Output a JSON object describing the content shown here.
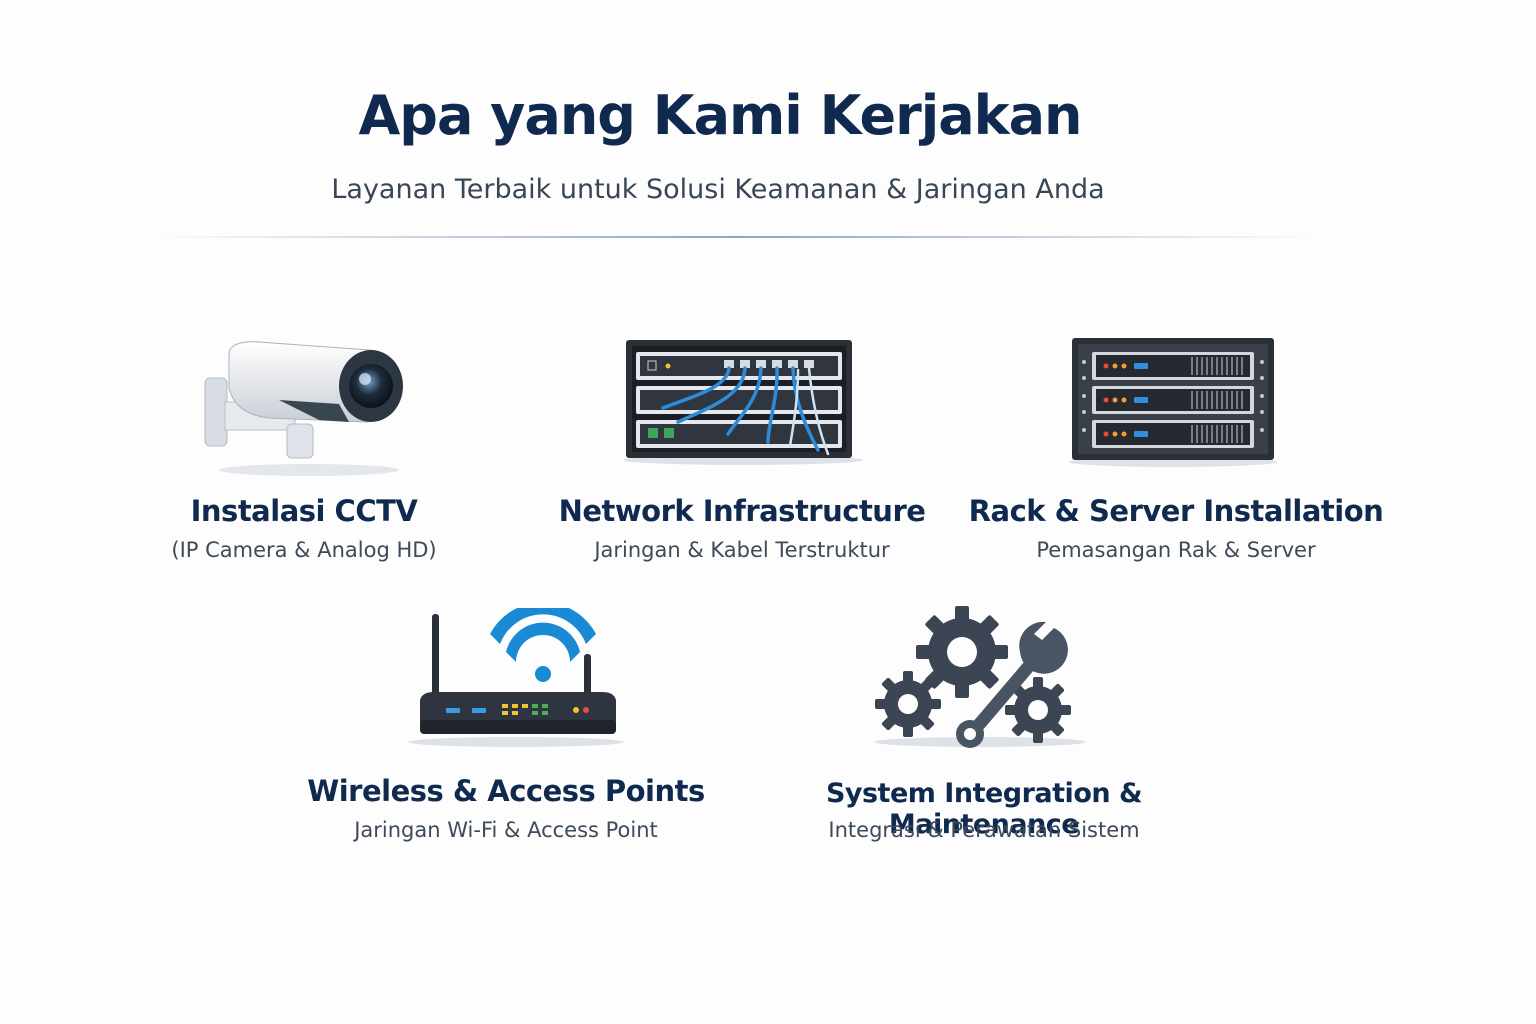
{
  "header": {
    "title": "Apa yang Kami Kerjakan",
    "subtitle": "Layanan Terbaik untuk Solusi Keamanan & Jaringan Anda"
  },
  "services": [
    {
      "title": "Instalasi CCTV",
      "subtitle": "(IP Camera & Analog HD)",
      "icon": "cctv-camera-icon"
    },
    {
      "title": "Network Infrastructure",
      "subtitle": "Jaringan & Kabel Terstruktur",
      "icon": "network-switch-rack-icon"
    },
    {
      "title": "Rack & Server Installation",
      "subtitle": "Pemasangan Rak & Server",
      "icon": "server-rack-icon"
    },
    {
      "title": "Wireless & Access Points",
      "subtitle": "Jaringan Wi-Fi & Access Point",
      "icon": "wifi-router-icon"
    },
    {
      "title": "System Integration & Maintenance",
      "subtitle": "Integrasi & Perawatan Sistem",
      "icon": "gears-wrench-icon"
    }
  ],
  "colors": {
    "heading": "#0f2a4e",
    "accent": "#1a8ad4",
    "text": "#3e4a58"
  }
}
